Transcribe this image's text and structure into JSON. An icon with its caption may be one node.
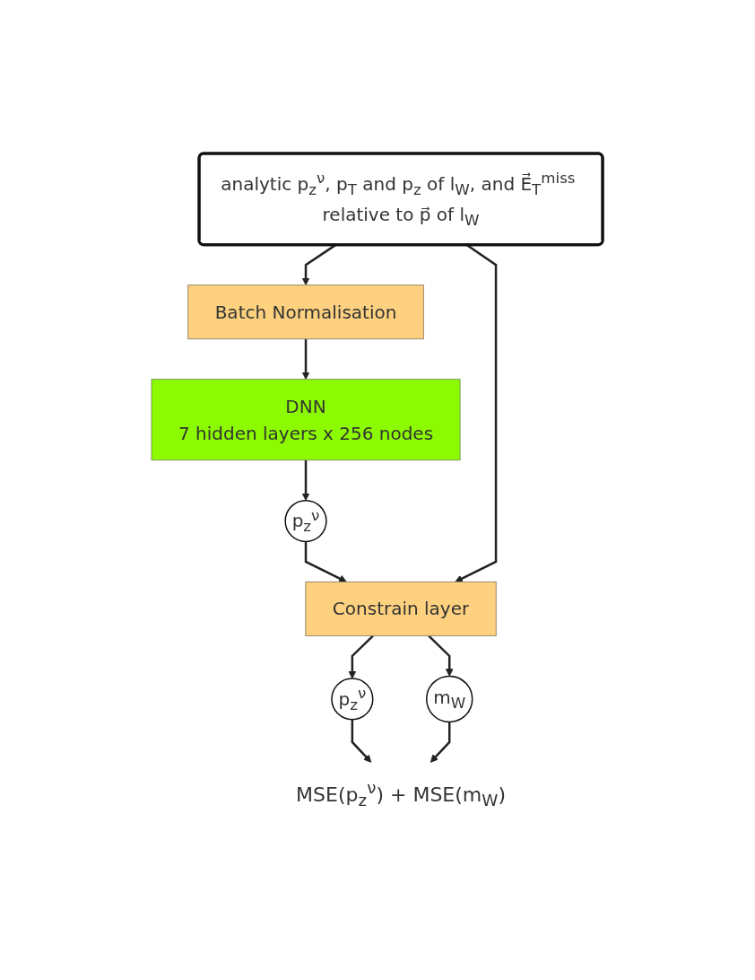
{
  "diagram": {
    "nodes": [
      {
        "text": [
          "analytic p$_{z}$$^{ν}$, p$_{T}$ and p$_{z}$ of l$_{W}$, and E⃗$_{T}$$^{miss}$ relative to p⃗ of l$_{W}$"
        ]
      },
      {
        "text": [
          "Batch Normalisation"
        ]
      },
      {
        "text": [
          "DNN",
          "7 hidden layers x 256 nodes"
        ]
      },
      {
        "text": [
          "p$_{z}$$^{ν}$"
        ]
      },
      {
        "text": [
          "Constrain layer"
        ]
      },
      {
        "text": [
          "p$_{z}$$^{ν}$"
        ]
      },
      {
        "text": [
          "m$_{W}$"
        ]
      },
      {
        "text": [
          "MSE(p$_{z}$$^{ν}$) + MSE(m$_{W}$)"
        ]
      }
    ],
    "edges": [
      {
        "from": 0,
        "to": 1,
        "arrow": "to"
      },
      {
        "from": 1,
        "to": 2,
        "arrow": "to"
      },
      {
        "from": 2,
        "to": 3,
        "arrow": "to"
      },
      {
        "from": 3,
        "to": 4,
        "arrow": "to"
      },
      {
        "from": 0,
        "to": 4,
        "arrow": "to"
      },
      {
        "from": 4,
        "to": 5,
        "arrow": "to"
      },
      {
        "from": 4,
        "to": 6,
        "arrow": "to"
      },
      {
        "from": 5,
        "to": 7,
        "arrow": "to"
      },
      {
        "from": 6,
        "to": 7,
        "arrow": "to"
      }
    ]
  }
}
